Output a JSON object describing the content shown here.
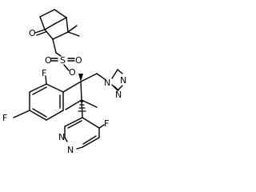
{
  "molecule": {
    "atom_labels": {
      "carbonyl_oxygen": "O",
      "sulfur": "S",
      "sulfonyl_oxygen_left": "O",
      "sulfonyl_oxygen_right": "O",
      "ester_oxygen": "O",
      "triazole_n1": "N",
      "triazole_n2": "N",
      "triazole_n4": "N",
      "fluorine_ortho": "F",
      "fluorine_para": "F",
      "pyrimidine_n1": "N",
      "pyrimidine_n3": "N",
      "fluorine_pyrimidine": "F"
    },
    "colors": {
      "ink": "#000000",
      "background": "#ffffff"
    }
  }
}
